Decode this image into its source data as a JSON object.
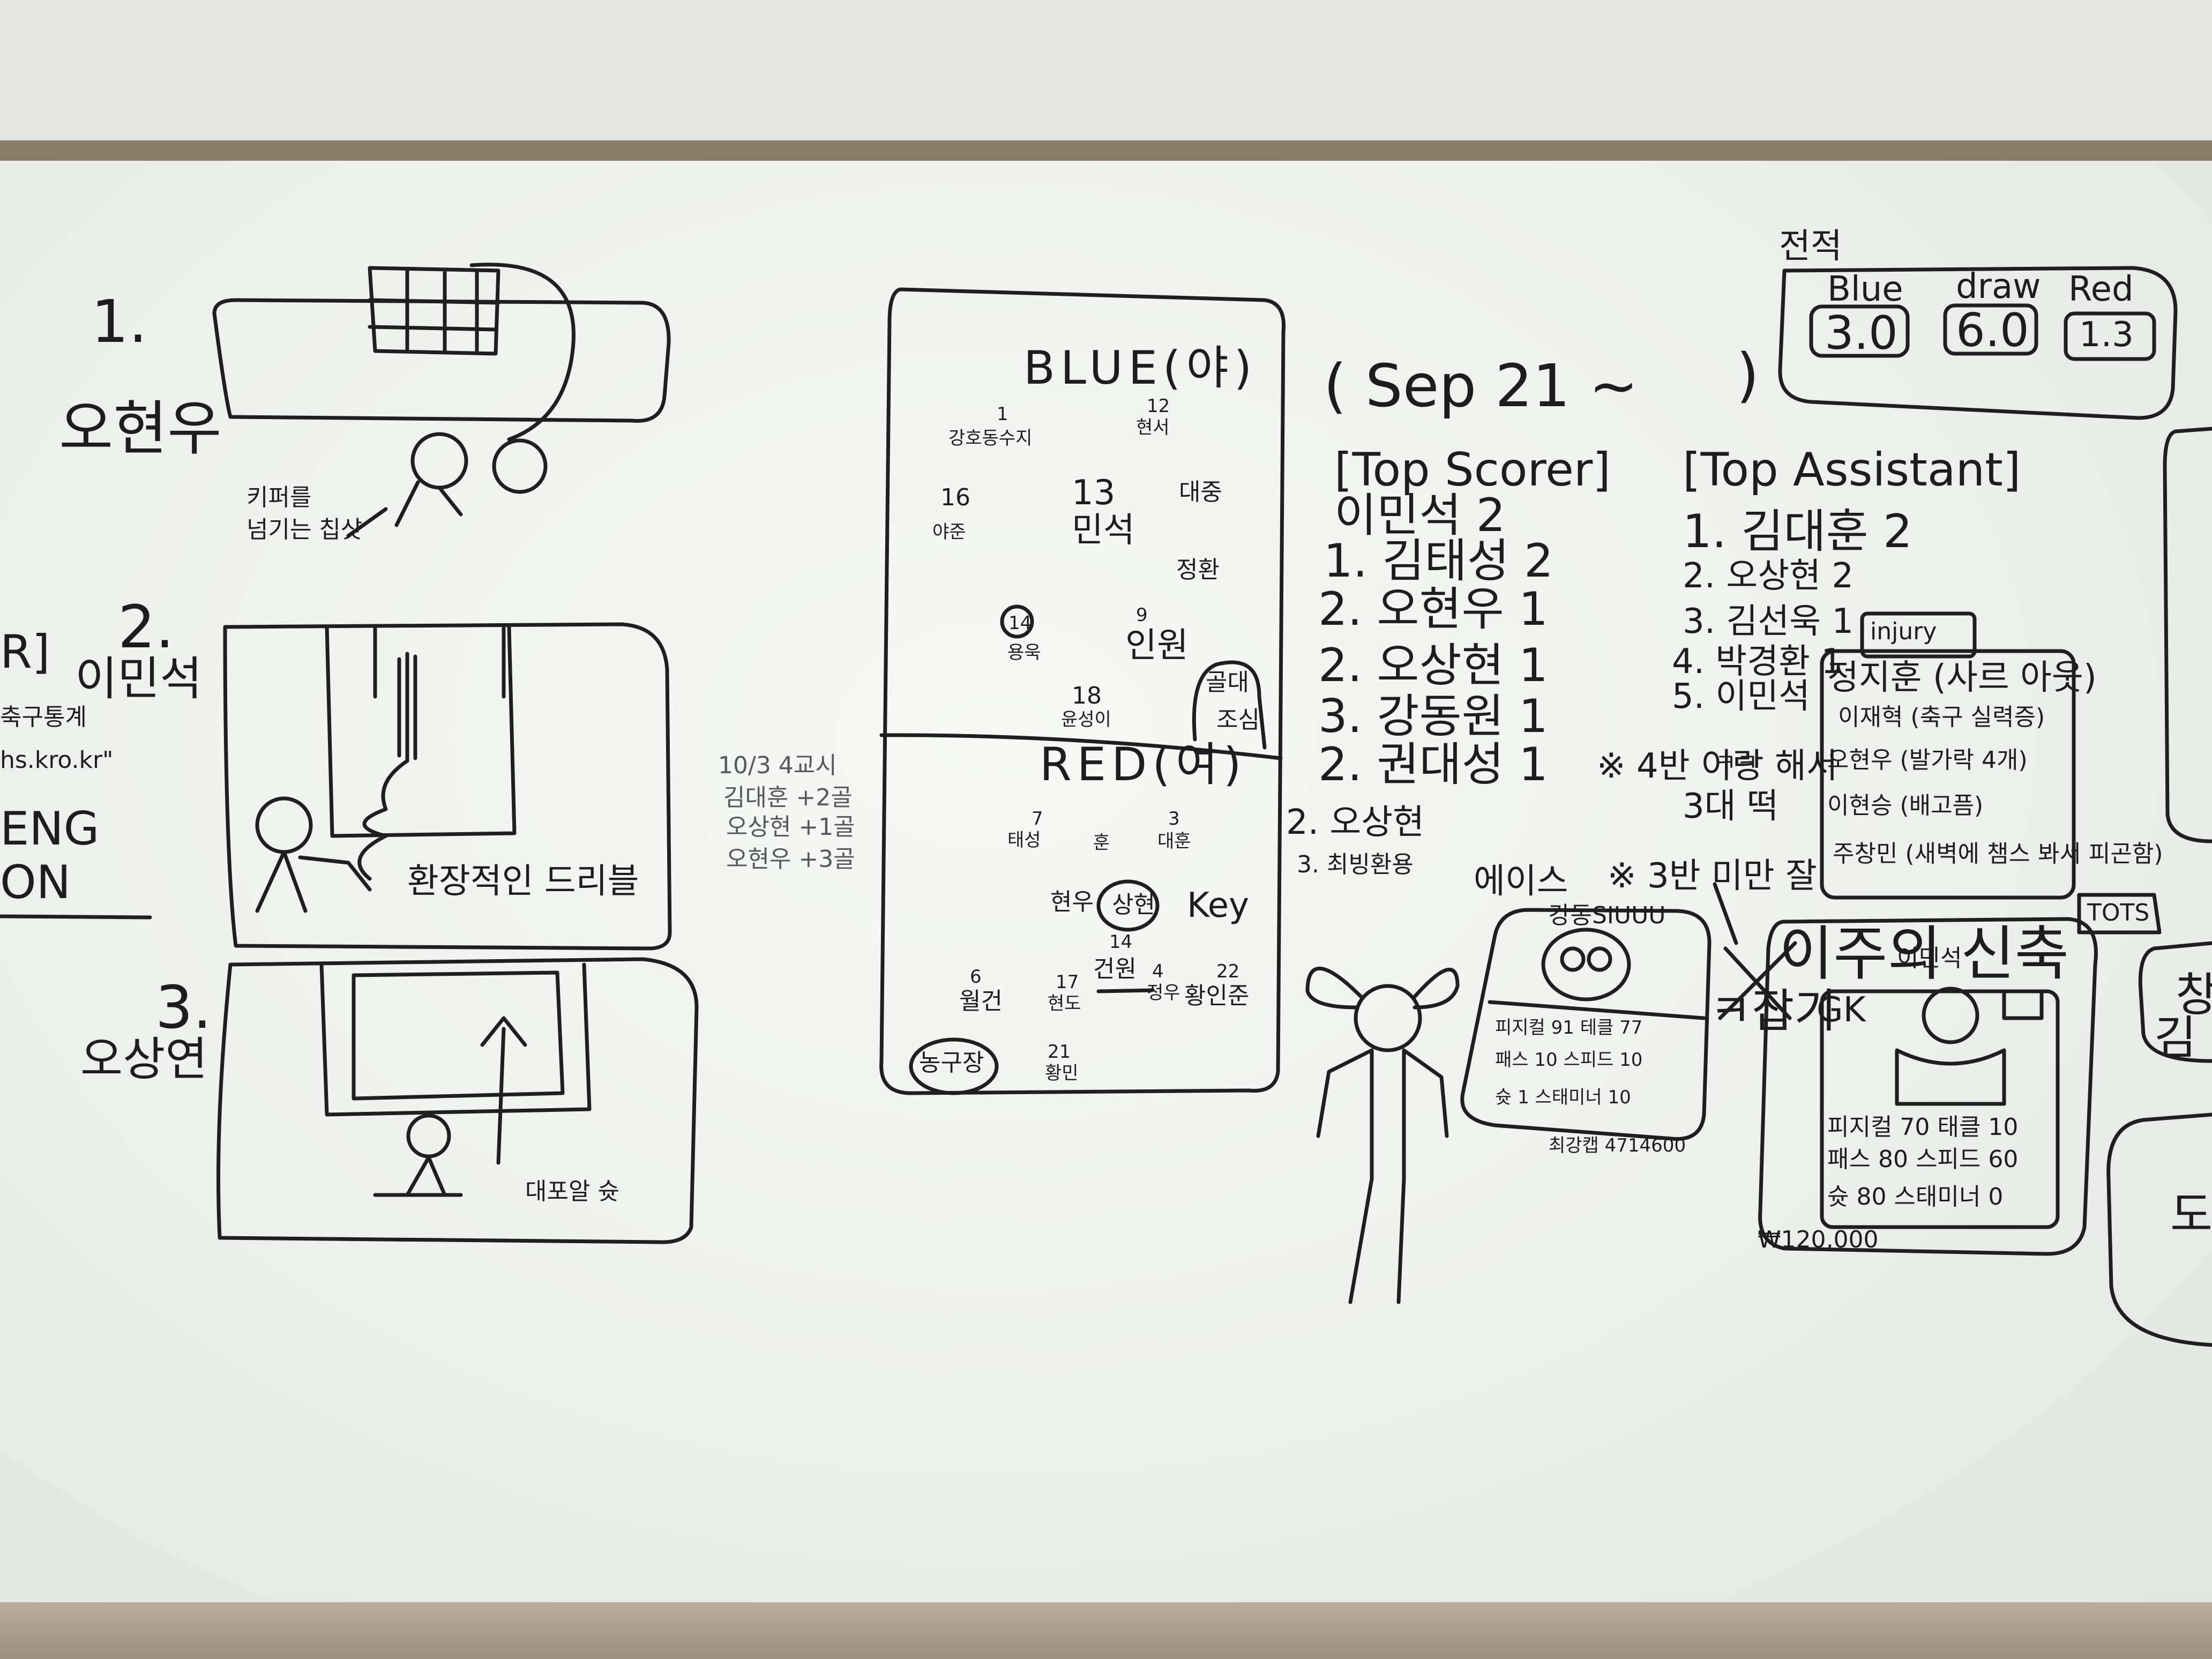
{
  "board": {
    "left_panel": {
      "item1_num": "1.",
      "item1_name": "오현우",
      "item1_caption_line1": "키퍼를",
      "item1_caption_line2": "넘기는 칩샷",
      "item2_num": "2.",
      "item2_name": "이민석",
      "item2_caption": "환장적인 드리블",
      "item3_num": "3.",
      "item3_name": "오상연",
      "item3_caption": "대포알 슛",
      "cut_text_1": "R]",
      "cut_text_2": "축구통계",
      "cut_text_3": "hs.kro.kr\"",
      "cut_text_4": "ENG",
      "cut_text_5": "ON"
    },
    "side_note": {
      "line1": "10/3 4교시",
      "line2": "김대훈 +2골",
      "line3": "오상현 +1골",
      "line4": "오현우 +3골"
    },
    "formation": {
      "blue_title": "BLUE(야)",
      "red_title": "RED(여)",
      "blue_players": [
        {
          "num": "1",
          "name": "강호동수지"
        },
        {
          "num": "12",
          "name": "현서"
        },
        {
          "num": "13",
          "name": "민석"
        },
        {
          "num": "16",
          "name": "야준"
        },
        {
          "num": "",
          "name": "대중"
        },
        {
          "num": "",
          "name": "정환"
        },
        {
          "num": "14",
          "name": "용욱"
        },
        {
          "num": "9",
          "name": "인원"
        },
        {
          "num": "18",
          "name": "윤성이"
        }
      ],
      "red_players": [
        {
          "num": "7",
          "name": "태성"
        },
        {
          "num": "",
          "name": "훈"
        },
        {
          "num": "3",
          "name": "대훈"
        },
        {
          "num": "",
          "name": "현우"
        },
        {
          "num": "",
          "name": "상현"
        },
        {
          "num": "",
          "name": "Key"
        },
        {
          "num": "14",
          "name": "건원"
        },
        {
          "num": "4",
          "name": "정우"
        },
        {
          "num": "6",
          "name": "월건"
        },
        {
          "num": "17",
          "name": "현도"
        },
        {
          "num": "22",
          "name": "황인준"
        },
        {
          "num": "21",
          "name": "황민"
        }
      ],
      "court_label": "농구장",
      "corner_label_1": "골대",
      "corner_label_2": "조심"
    },
    "season": {
      "date_range": "( Sep 21 ~",
      "close_paren": ")"
    },
    "record": {
      "label": "전적",
      "blue_label": "Blue",
      "draw_label": "draw",
      "red_label": "Red",
      "blue_value": "3.0",
      "draw_value": "6.0",
      "red_value": "1.3"
    },
    "top_scorer": {
      "title": "[Top Scorer]",
      "entries": [
        "이민석 2",
        "1. 김태성 2",
        "2. 오현우 1",
        "2. 오상현 1",
        "3. 강동원 1",
        "2. 권대성 1"
      ],
      "extra_1": "2. 오상현",
      "extra_2": "3. 최빙환용"
    },
    "top_assistant": {
      "title": "[Top Assistant]",
      "entries": [
        "1. 김대훈 2",
        "2. 오상현 2",
        "3. 김선욱 1",
        "4. 박경환 1",
        "5. 이민석"
      ],
      "note_1": "※ 4반 이랑 해서",
      "note_2": "3대 떡",
      "note_3": "ㅋㅋ",
      "note_4": "※ 3반 미만 잘"
    },
    "injury": {
      "label": "injury",
      "entries": [
        "정지훈 (사르 아웃)",
        "이재혁 (축구 실력증)",
        "오현우 (발가락 4개)",
        "이현승 (배고픔)",
        "주창민 (새벽에 챔스 봐서 피곤함)"
      ]
    },
    "ace_card": {
      "label": "에이스",
      "name": "강동SIUUU",
      "stats_line1": "피지컬 91  테클 77",
      "stats_line2": "패스 10  스피드 10",
      "stats_line3": "슛 1  스태미너 10",
      "price": "최강캡 4714600"
    },
    "weekly": {
      "title": "이주의 신축",
      "tag": "이민석",
      "position": "GK",
      "stats_line1": "피지컬 70  태클 10",
      "stats_line2": "패스 80  스피드 60",
      "stats_line3": "슛 80  스태미너 0",
      "price": "₩120,000",
      "side_text": "ㅋ잡기",
      "tots_label": "TOTS"
    },
    "far_right": {
      "text1": "창",
      "text2": "김",
      "text3": "도"
    }
  }
}
